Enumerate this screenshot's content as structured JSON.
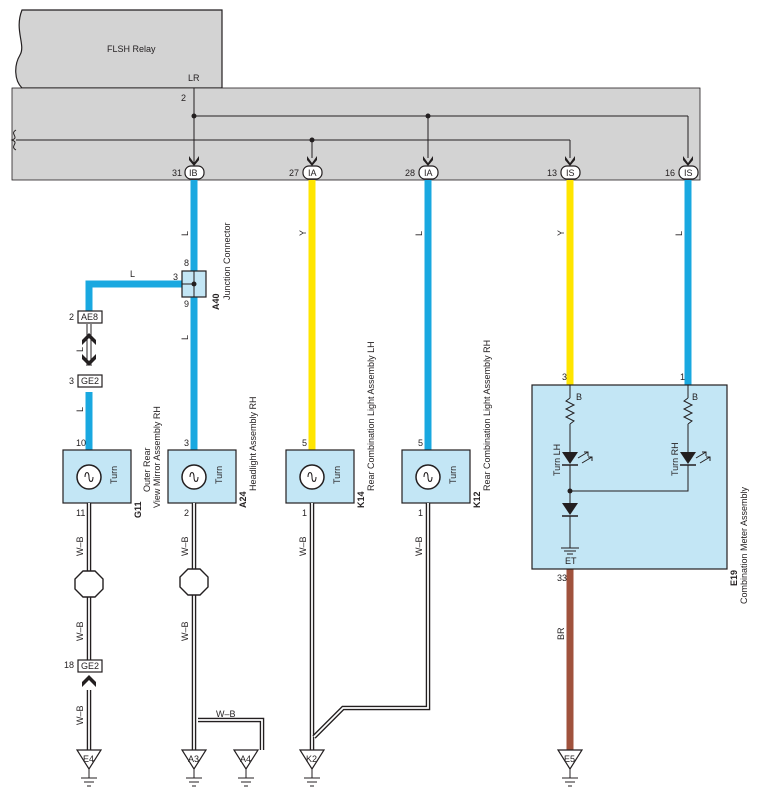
{
  "colors": {
    "blue_wire": "#19a8e0",
    "yellow_wire": "#ffe500",
    "brown_wire": "#a0523d",
    "component_fill": "#c3e6f5",
    "junction_fill": "#d3d3d3"
  },
  "relay": {
    "name": "FLSH Relay",
    "terminal": "LR",
    "pin": "2"
  },
  "connectors": [
    {
      "pin": "31",
      "code": "IB"
    },
    {
      "pin": "27",
      "code": "IA"
    },
    {
      "pin": "28",
      "code": "IA"
    },
    {
      "pin": "13",
      "code": "IS"
    },
    {
      "pin": "16",
      "code": "IS"
    }
  ],
  "wire_colors": {
    "L": "L",
    "Y": "Y",
    "W_B": "W–B",
    "BR": "BR"
  },
  "junction_connector": {
    "id": "A40",
    "name": "Junction Connector",
    "pins": {
      "top": "8",
      "left": "3",
      "bottom": "9"
    }
  },
  "inline_connectors": [
    {
      "pin": "2",
      "code": "AE8"
    },
    {
      "pin": "3",
      "code": "GE2"
    },
    {
      "pin": "18",
      "code": "GE2"
    }
  ],
  "components": [
    {
      "id": "G11",
      "name_line1": "Outer Rear",
      "name_line2": "View Mirror Assembly RH",
      "label": "Turn",
      "pin_in": "10",
      "pin_out": "11"
    },
    {
      "id": "A24",
      "name_line1": "Headlight Assembly RH",
      "label": "Turn",
      "pin_in": "3",
      "pin_out": "2"
    },
    {
      "id": "K14",
      "name_line1": "Rear Combination Light Assembly LH",
      "label": "Turn",
      "pin_in": "5",
      "pin_out": "1"
    },
    {
      "id": "K12",
      "name_line1": "Rear Combination Light Assembly RH",
      "label": "Turn",
      "pin_in": "5",
      "pin_out": "1"
    }
  ],
  "meter": {
    "id": "E19",
    "name": "Combination Meter Assembly",
    "pin_lh": "3",
    "pin_rh": "1",
    "pin_gnd": "33",
    "term_b": "B",
    "term_et": "ET",
    "lamp_lh": "Turn LH",
    "lamp_rh": "Turn RH"
  },
  "grounds": [
    "E4",
    "A3",
    "A4",
    "K2",
    "E5"
  ]
}
